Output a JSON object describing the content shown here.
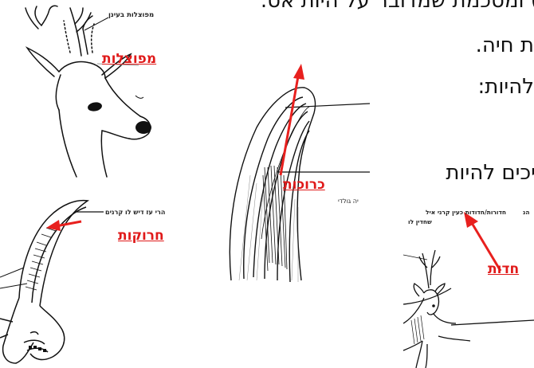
{
  "slide": {
    "text_lines": [
      ") ומסכמת שמדובר על היות אס.",
      "ת חיה.",
      "להיות:",
      "יכים להיות"
    ]
  },
  "illustrations": {
    "deer_branched": {
      "label": "מפוצלות",
      "caption": "מפוצלות בעינן"
    },
    "horn_cross_section": {
      "label": "כרוכות",
      "caption": "יה גולדי"
    },
    "goat_skull": {
      "label": "חרוקות",
      "caption": "הרי עז דיש לו קרנים"
    },
    "deer_sharp": {
      "label": "חדות",
      "caption": "חדורות/חדודות כעין קרני איל",
      "caption_right": "הנ",
      "caption2": "שחדין לו"
    }
  },
  "colors": {
    "label_red": "#e01a1a",
    "arrow_red": "#e8201e"
  }
}
